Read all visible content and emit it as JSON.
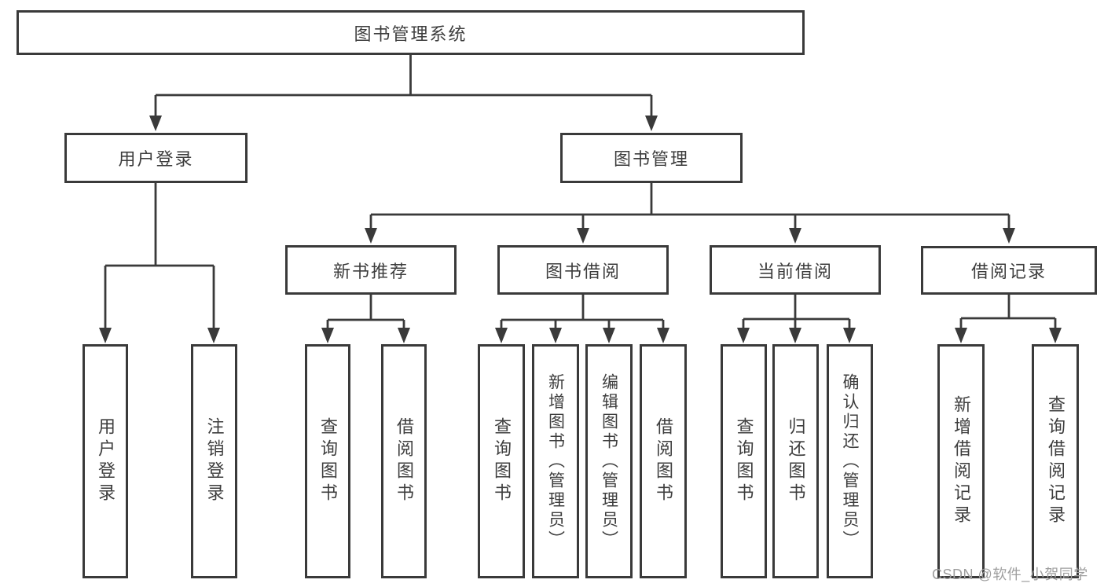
{
  "colors": {
    "line": "#3a3a3a",
    "text": "#3d3d3d",
    "box_background": "#ffffff",
    "page_background": "#ffffff",
    "watermark": "#9e9e9e"
  },
  "watermark": {
    "text": "CSDN @软件_小贺同学"
  },
  "tree": {
    "label": "图书管理系统",
    "children": [
      {
        "label": "用户登录",
        "children": [
          {
            "label": "用户登录"
          },
          {
            "label": "注销登录"
          }
        ]
      },
      {
        "label": "图书管理",
        "children": [
          {
            "label": "新书推荐",
            "children": [
              {
                "label": "查询图书"
              },
              {
                "label": "借阅图书"
              }
            ]
          },
          {
            "label": "图书借阅",
            "children": [
              {
                "label": "查询图书"
              },
              {
                "label": "新增图书（管理员）"
              },
              {
                "label": "编辑图书（管理员）"
              },
              {
                "label": "借阅图书"
              }
            ]
          },
          {
            "label": "当前借阅",
            "children": [
              {
                "label": "查询图书"
              },
              {
                "label": "归还图书"
              },
              {
                "label": "确认归还（管理员）"
              }
            ]
          },
          {
            "label": "借阅记录",
            "children": [
              {
                "label": "新增借阅记录"
              },
              {
                "label": "查询借阅记录"
              }
            ]
          }
        ]
      }
    ]
  }
}
